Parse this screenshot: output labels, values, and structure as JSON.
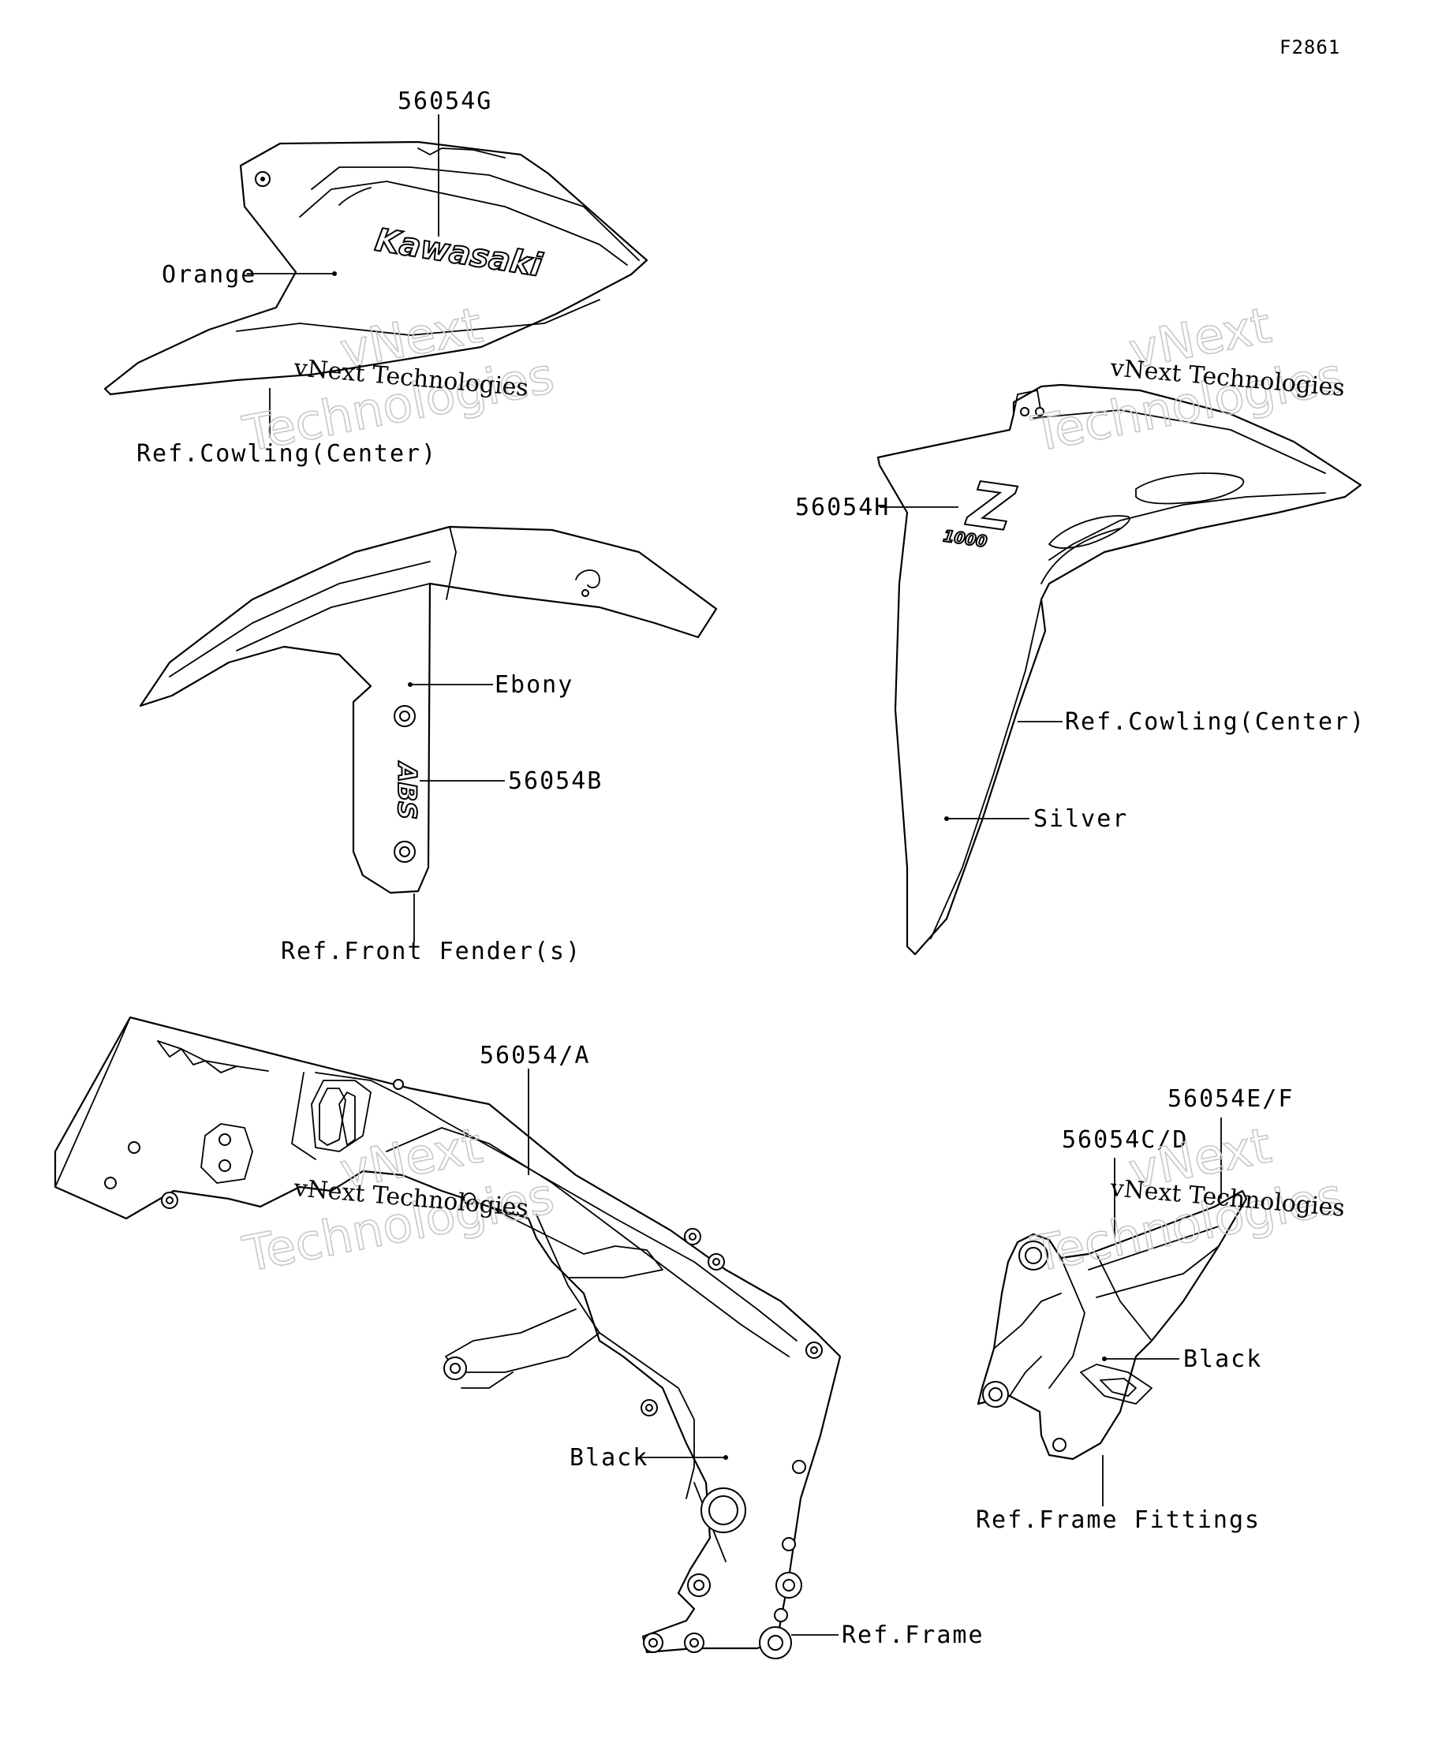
{
  "figure_number": "F2861",
  "colors": {
    "line": "#000000",
    "background": "#ffffff",
    "watermark": "#c8c8c8"
  },
  "decals": {
    "kawasaki_logo": "Kawasaki",
    "abs_mark": "ABS",
    "z_mark": "Z",
    "model_mark": "1000"
  },
  "labels": {
    "side_cover_code": "56054G",
    "side_cover_color": "Orange",
    "side_cover_ref": "Ref.Cowling(Center)",
    "fender_color": "Ebony",
    "fender_code": "56054B",
    "fender_ref": "Ref.Front Fender(s)",
    "shroud_code": "56054H",
    "shroud_ref": "Ref.Cowling(Center)",
    "shroud_color": "Silver",
    "frame_code": "56054/A",
    "frame_color": "Black",
    "frame_ref": "Ref.Frame",
    "fitting_code_ef": "56054E/F",
    "fitting_code_cd": "56054C/D",
    "fitting_color": "Black",
    "fitting_ref": "Ref.Frame Fittings"
  },
  "watermarks": {
    "line1": "vNext Technologies",
    "big_top": "vNext",
    "big_bottom": "Technologies"
  }
}
